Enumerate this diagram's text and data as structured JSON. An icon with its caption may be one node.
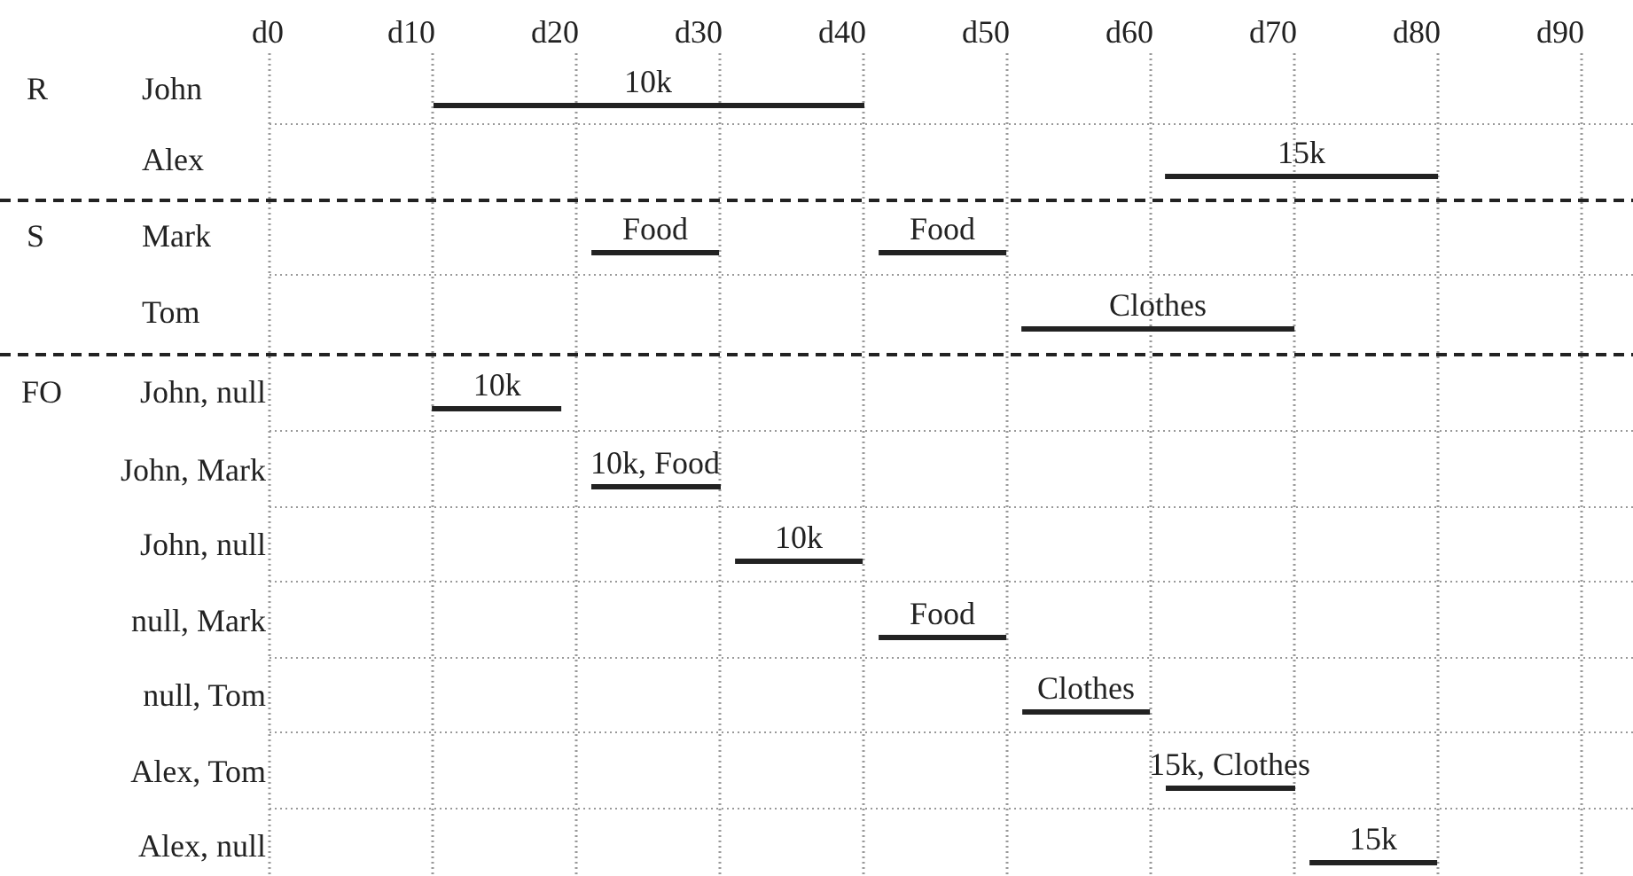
{
  "diagram": {
    "nodes": [
      {
        "text": [
          "10k"
        ]
      },
      {
        "text": [
          "15k"
        ]
      },
      {
        "text": [
          "Food"
        ]
      },
      {
        "text": [
          "Food"
        ]
      },
      {
        "text": [
          "Clothes"
        ]
      },
      {
        "text": [
          "10k"
        ]
      },
      {
        "text": [
          "10k, Food"
        ]
      },
      {
        "text": [
          "10k"
        ]
      },
      {
        "text": [
          "Food"
        ]
      },
      {
        "text": [
          "Clothes"
        ]
      },
      {
        "text": [
          "15k, Clothes"
        ]
      },
      {
        "text": [
          "15k"
        ]
      }
    ],
    "labels": [
      "d0",
      "d10",
      "d20",
      "d30",
      "d40",
      "d50",
      "d60",
      "d70",
      "d80",
      "d90",
      "R",
      "John",
      "Alex",
      "S",
      "Mark",
      "Tom",
      "FO",
      "John, null",
      "John, Mark",
      "John, null",
      "null, Mark",
      "null, Tom",
      "Alex, Tom",
      "Alex, null"
    ]
  }
}
